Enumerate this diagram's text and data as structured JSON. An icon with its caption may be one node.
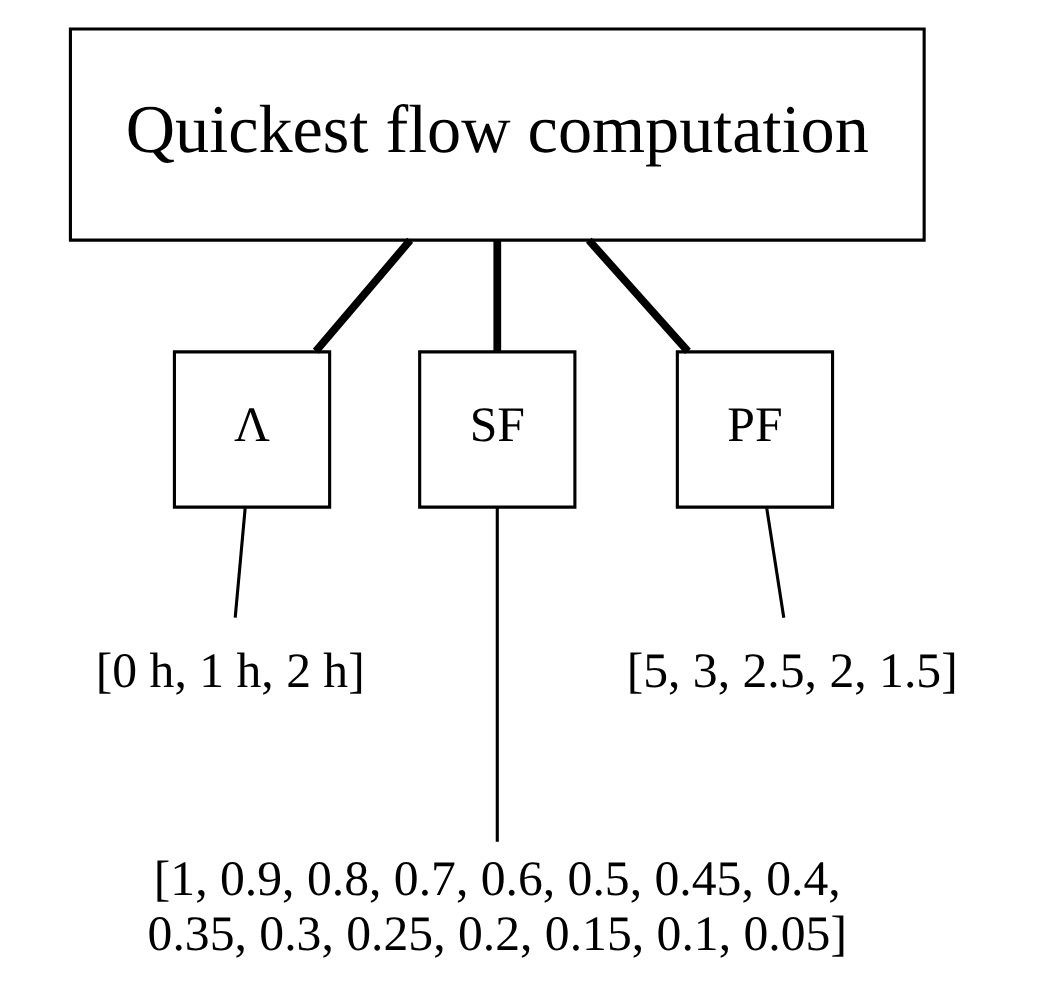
{
  "diagram": {
    "nodes": [
      {
        "text": [
          "Quickest flow computation"
        ]
      },
      {
        "text": [
          "Λ"
        ]
      },
      {
        "text": [
          "SF"
        ]
      },
      {
        "text": [
          "PF"
        ]
      },
      {
        "text": [
          "[0 h, 1 h, 2 h]"
        ]
      },
      {
        "text": [
          "[5, 3, 2.5, 2, 1.5]"
        ]
      },
      {
        "text": [
          "[1, 0.9, 0.8, 0.7, 0.6, 0.5, 0.45, 0.4, 0.35, 0.3, 0.25, 0.2, 0.15, 0.1, 0.05]"
        ]
      }
    ],
    "edges": [
      {
        "from": 0,
        "to": 1,
        "arrow": "none",
        "style": "thick"
      },
      {
        "from": 0,
        "to": 2,
        "arrow": "none",
        "style": "thick"
      },
      {
        "from": 0,
        "to": 3,
        "arrow": "none",
        "style": "thick"
      },
      {
        "from": 1,
        "to": 4,
        "arrow": "none"
      },
      {
        "from": 2,
        "to": 6,
        "arrow": "none"
      },
      {
        "from": 3,
        "to": 5,
        "arrow": "none"
      }
    ]
  }
}
